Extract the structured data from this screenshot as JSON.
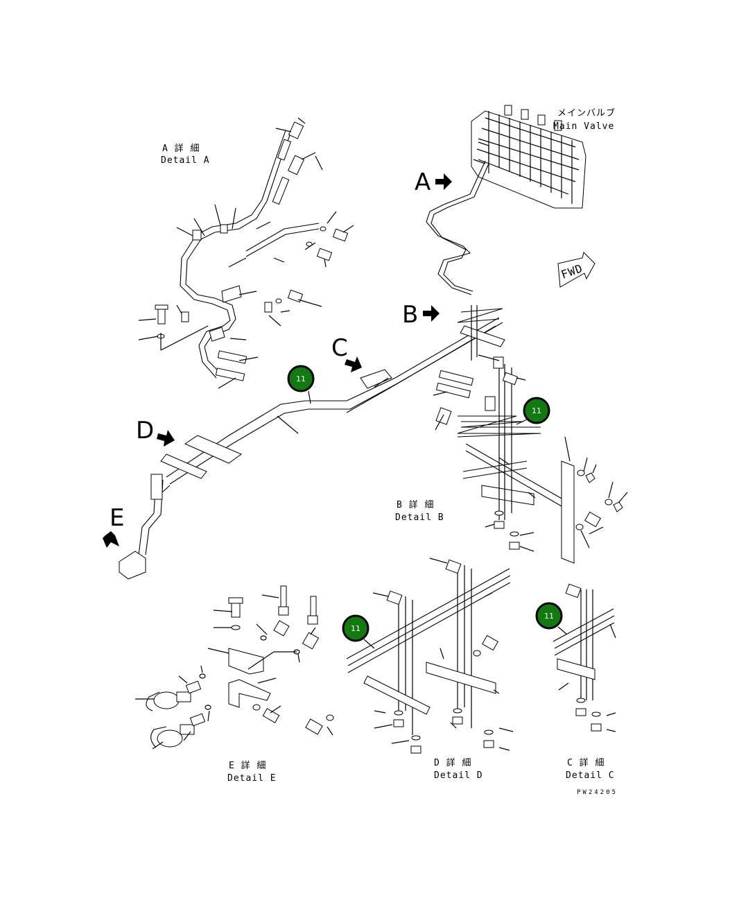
{
  "main_valve": {
    "label_jp": "メインバルブ",
    "label_en": "Main Valve"
  },
  "fwd_label": "FWD",
  "markers": {
    "a": "A",
    "b": "B",
    "c": "C",
    "d": "D",
    "e": "E"
  },
  "details": {
    "a": {
      "jp": "A 詳 細",
      "en": "Detail A"
    },
    "b": {
      "jp": "B 詳 細",
      "en": "Detail B"
    },
    "c": {
      "jp": "C 詳 細",
      "en": "Detail C"
    },
    "d": {
      "jp": "D 詳 細",
      "en": "Detail D"
    },
    "e": {
      "jp": "E 詳 細",
      "en": "Detail E"
    }
  },
  "callouts": [
    "11",
    "11",
    "11",
    "11"
  ],
  "drawing_code": "PW24205",
  "colors": {
    "callout_fill": "#117a11",
    "callout_ring": "#000000",
    "line": "#000000"
  }
}
